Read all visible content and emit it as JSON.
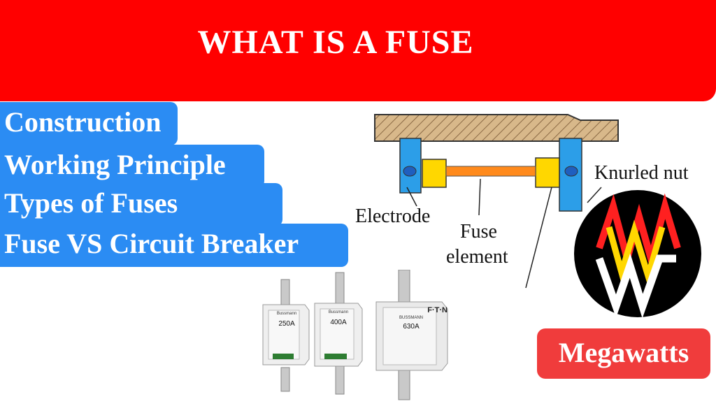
{
  "banner": {
    "title": "WHAT IS A FUSE",
    "color": "#ff0000"
  },
  "topics": [
    {
      "label": "Construction"
    },
    {
      "label": "Working Principle"
    },
    {
      "label": "Types of Fuses"
    },
    {
      "label": "Fuse VS Circuit Breaker"
    }
  ],
  "diagram": {
    "labels": {
      "knurled_nut": "Knurled nut",
      "electrode": "Electrode",
      "fuse_element_1": "Fuse",
      "fuse_element_2": "element"
    }
  },
  "fuses": [
    {
      "brand": "Bussmann",
      "rating": "250A"
    },
    {
      "brand": "Bussmann",
      "rating": "400A"
    },
    {
      "brand": "F·T·N",
      "sub": "BUSSMANN",
      "rating": "630A"
    }
  ],
  "brand": {
    "name": "Megawatts",
    "logo_icon": "megawatts-logo-icon",
    "color": "#f03c3c"
  },
  "colors": {
    "topic_bg": "#2b8cf3",
    "electrode": "#2c9ee8",
    "fuse_element": "#ff8a1c",
    "nut": "#ffd700"
  }
}
